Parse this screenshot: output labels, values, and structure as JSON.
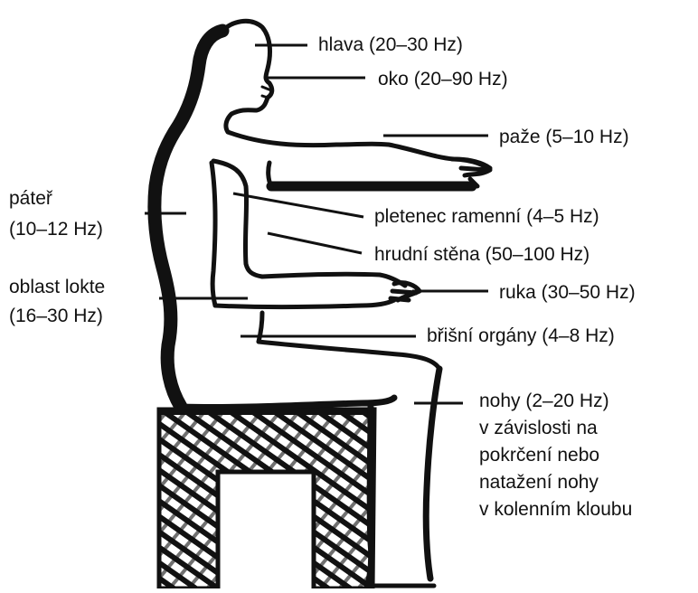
{
  "labels": {
    "head": "hlava (20–30 Hz)",
    "eye": "oko (20–90 Hz)",
    "arm": "paže (5–10 Hz)",
    "shoulder": "pletenec ramenní (4–5 Hz)",
    "chest": "hrudní stěna (50–100 Hz)",
    "hand": "ruka (30–50 Hz)",
    "abdomen": "břišní orgány (4–8 Hz)",
    "spine_1": "páteř",
    "spine_2": "(10–12 Hz)",
    "elbow_1": "oblast lokte",
    "elbow_2": "(16–30 Hz)",
    "legs_1": "nohy (2–20 Hz)",
    "legs_2": "v závislosti na",
    "legs_3": "pokrčení nebo",
    "legs_4": "natažení nohy",
    "legs_5": "v kolenním kloubu"
  },
  "colors": {
    "ink": "#111111",
    "paper": "#ffffff"
  }
}
